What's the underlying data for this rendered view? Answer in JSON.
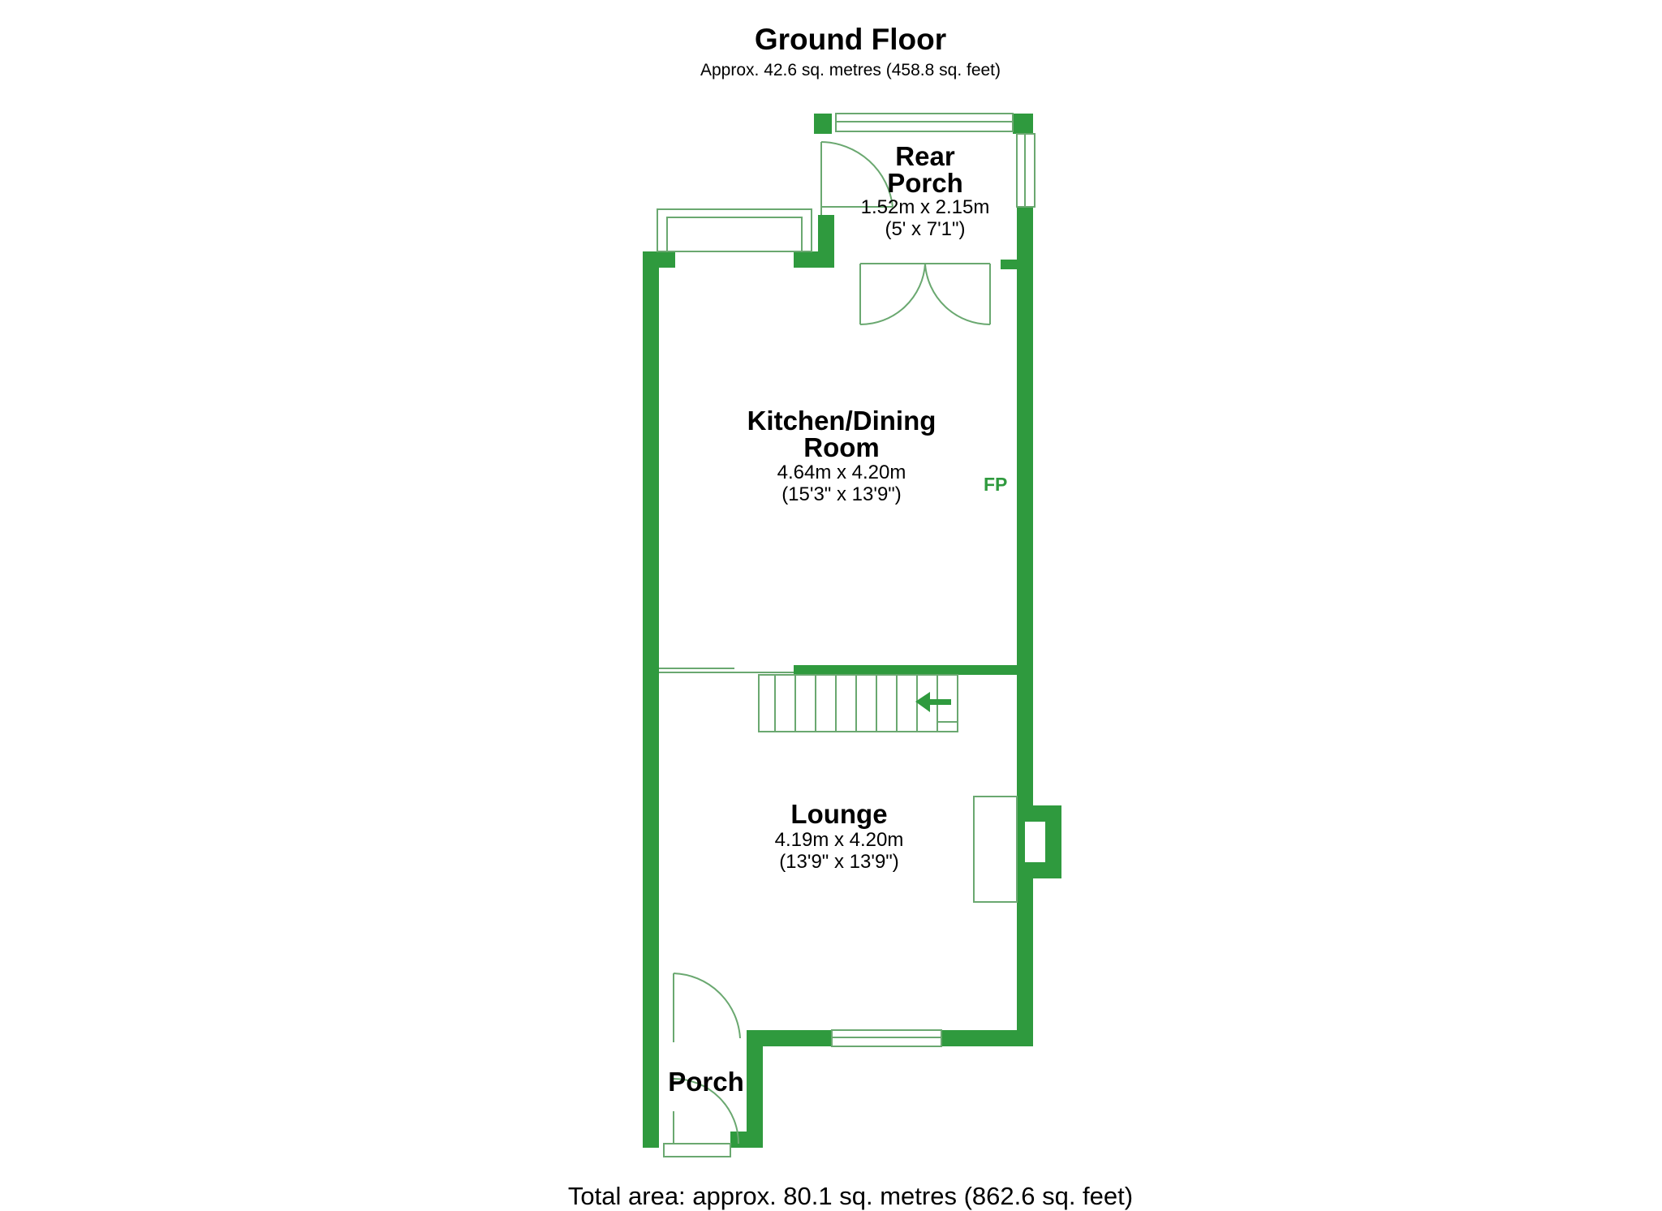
{
  "floor": {
    "title": "Ground Floor",
    "area": "Approx. 42.6 sq. metres (458.8 sq. feet)"
  },
  "rooms": {
    "rear_porch": {
      "name_line1": "Rear",
      "name_line2": "Porch",
      "dim_m": "1.52m x 2.15m",
      "dim_ft": "(5' x 7'1\")"
    },
    "kitchen": {
      "name_line1": "Kitchen/Dining",
      "name_line2": "Room",
      "dim_m": "4.64m x 4.20m",
      "dim_ft": "(15'3\" x 13'9\")"
    },
    "lounge": {
      "name": "Lounge",
      "dim_m": "4.19m x 4.20m",
      "dim_ft": "(13'9\" x 13'9\")"
    },
    "porch": {
      "name": "Porch"
    }
  },
  "labels": {
    "fireplace": "FP"
  },
  "total_area": "Total area: approx. 80.1 sq. metres (862.6 sq. feet)",
  "colors": {
    "wall": "#2f9a3e",
    "fixture_line": "#6aa870",
    "text": "#000000"
  }
}
